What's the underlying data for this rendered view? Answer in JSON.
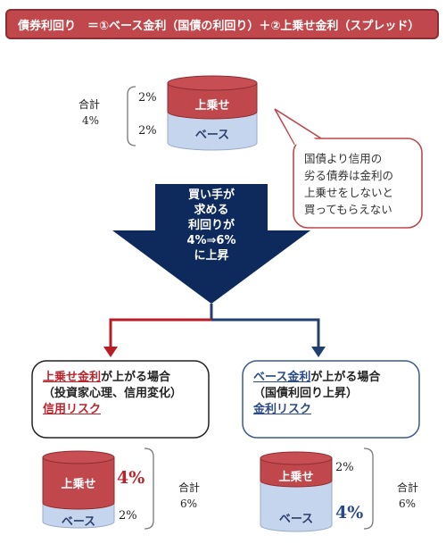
{
  "header": {
    "text": "債券利回り　＝①ベース金利（国債の利回り）＋②上乗せ金利（スプレッド）"
  },
  "top": {
    "total_label": "合計",
    "total_value": "4%",
    "top_layer": {
      "label": "上乗せ",
      "value": "2%"
    },
    "bottom_layer": {
      "label": "ベース",
      "value": "2%"
    }
  },
  "callout": {
    "lines": [
      "国債より信用の",
      "劣る債券は金利の",
      "上乗せをしないと",
      "買ってもらえない"
    ]
  },
  "down_arrow": {
    "lines": [
      "買い手が",
      "求める",
      "利回りが",
      "4%⇒6%",
      "に上昇"
    ]
  },
  "left_case": {
    "line1_highlight": "上乗せ金利",
    "line1_rest": "が上がる場合",
    "line2": "（投資家心理、信用変化）",
    "line3": "信用リスク",
    "top_layer": {
      "label": "上乗せ",
      "value": "4%"
    },
    "bottom_layer": {
      "label": "ベース",
      "value": "2%"
    },
    "total_label": "合計",
    "total_value": "6%"
  },
  "right_case": {
    "line1_highlight": "ベース金利",
    "line1_rest": "が上がる場合",
    "line2": "（国債利回り上昇）",
    "line3": "金利リスク",
    "top_layer": {
      "label": "上乗せ",
      "value": "2%"
    },
    "bottom_layer": {
      "label": "ベース",
      "value": "4%"
    },
    "total_label": "合計",
    "total_value": "6%"
  },
  "colors": {
    "red": "#c0474b",
    "red_dark": "#8c2d33",
    "blue_light": "#c5d5ee",
    "navy": "#0e2a5c",
    "arrow_red": "#b81d24",
    "arrow_blue": "#1f3f70",
    "box_blue_border": "#3c5a8c"
  }
}
